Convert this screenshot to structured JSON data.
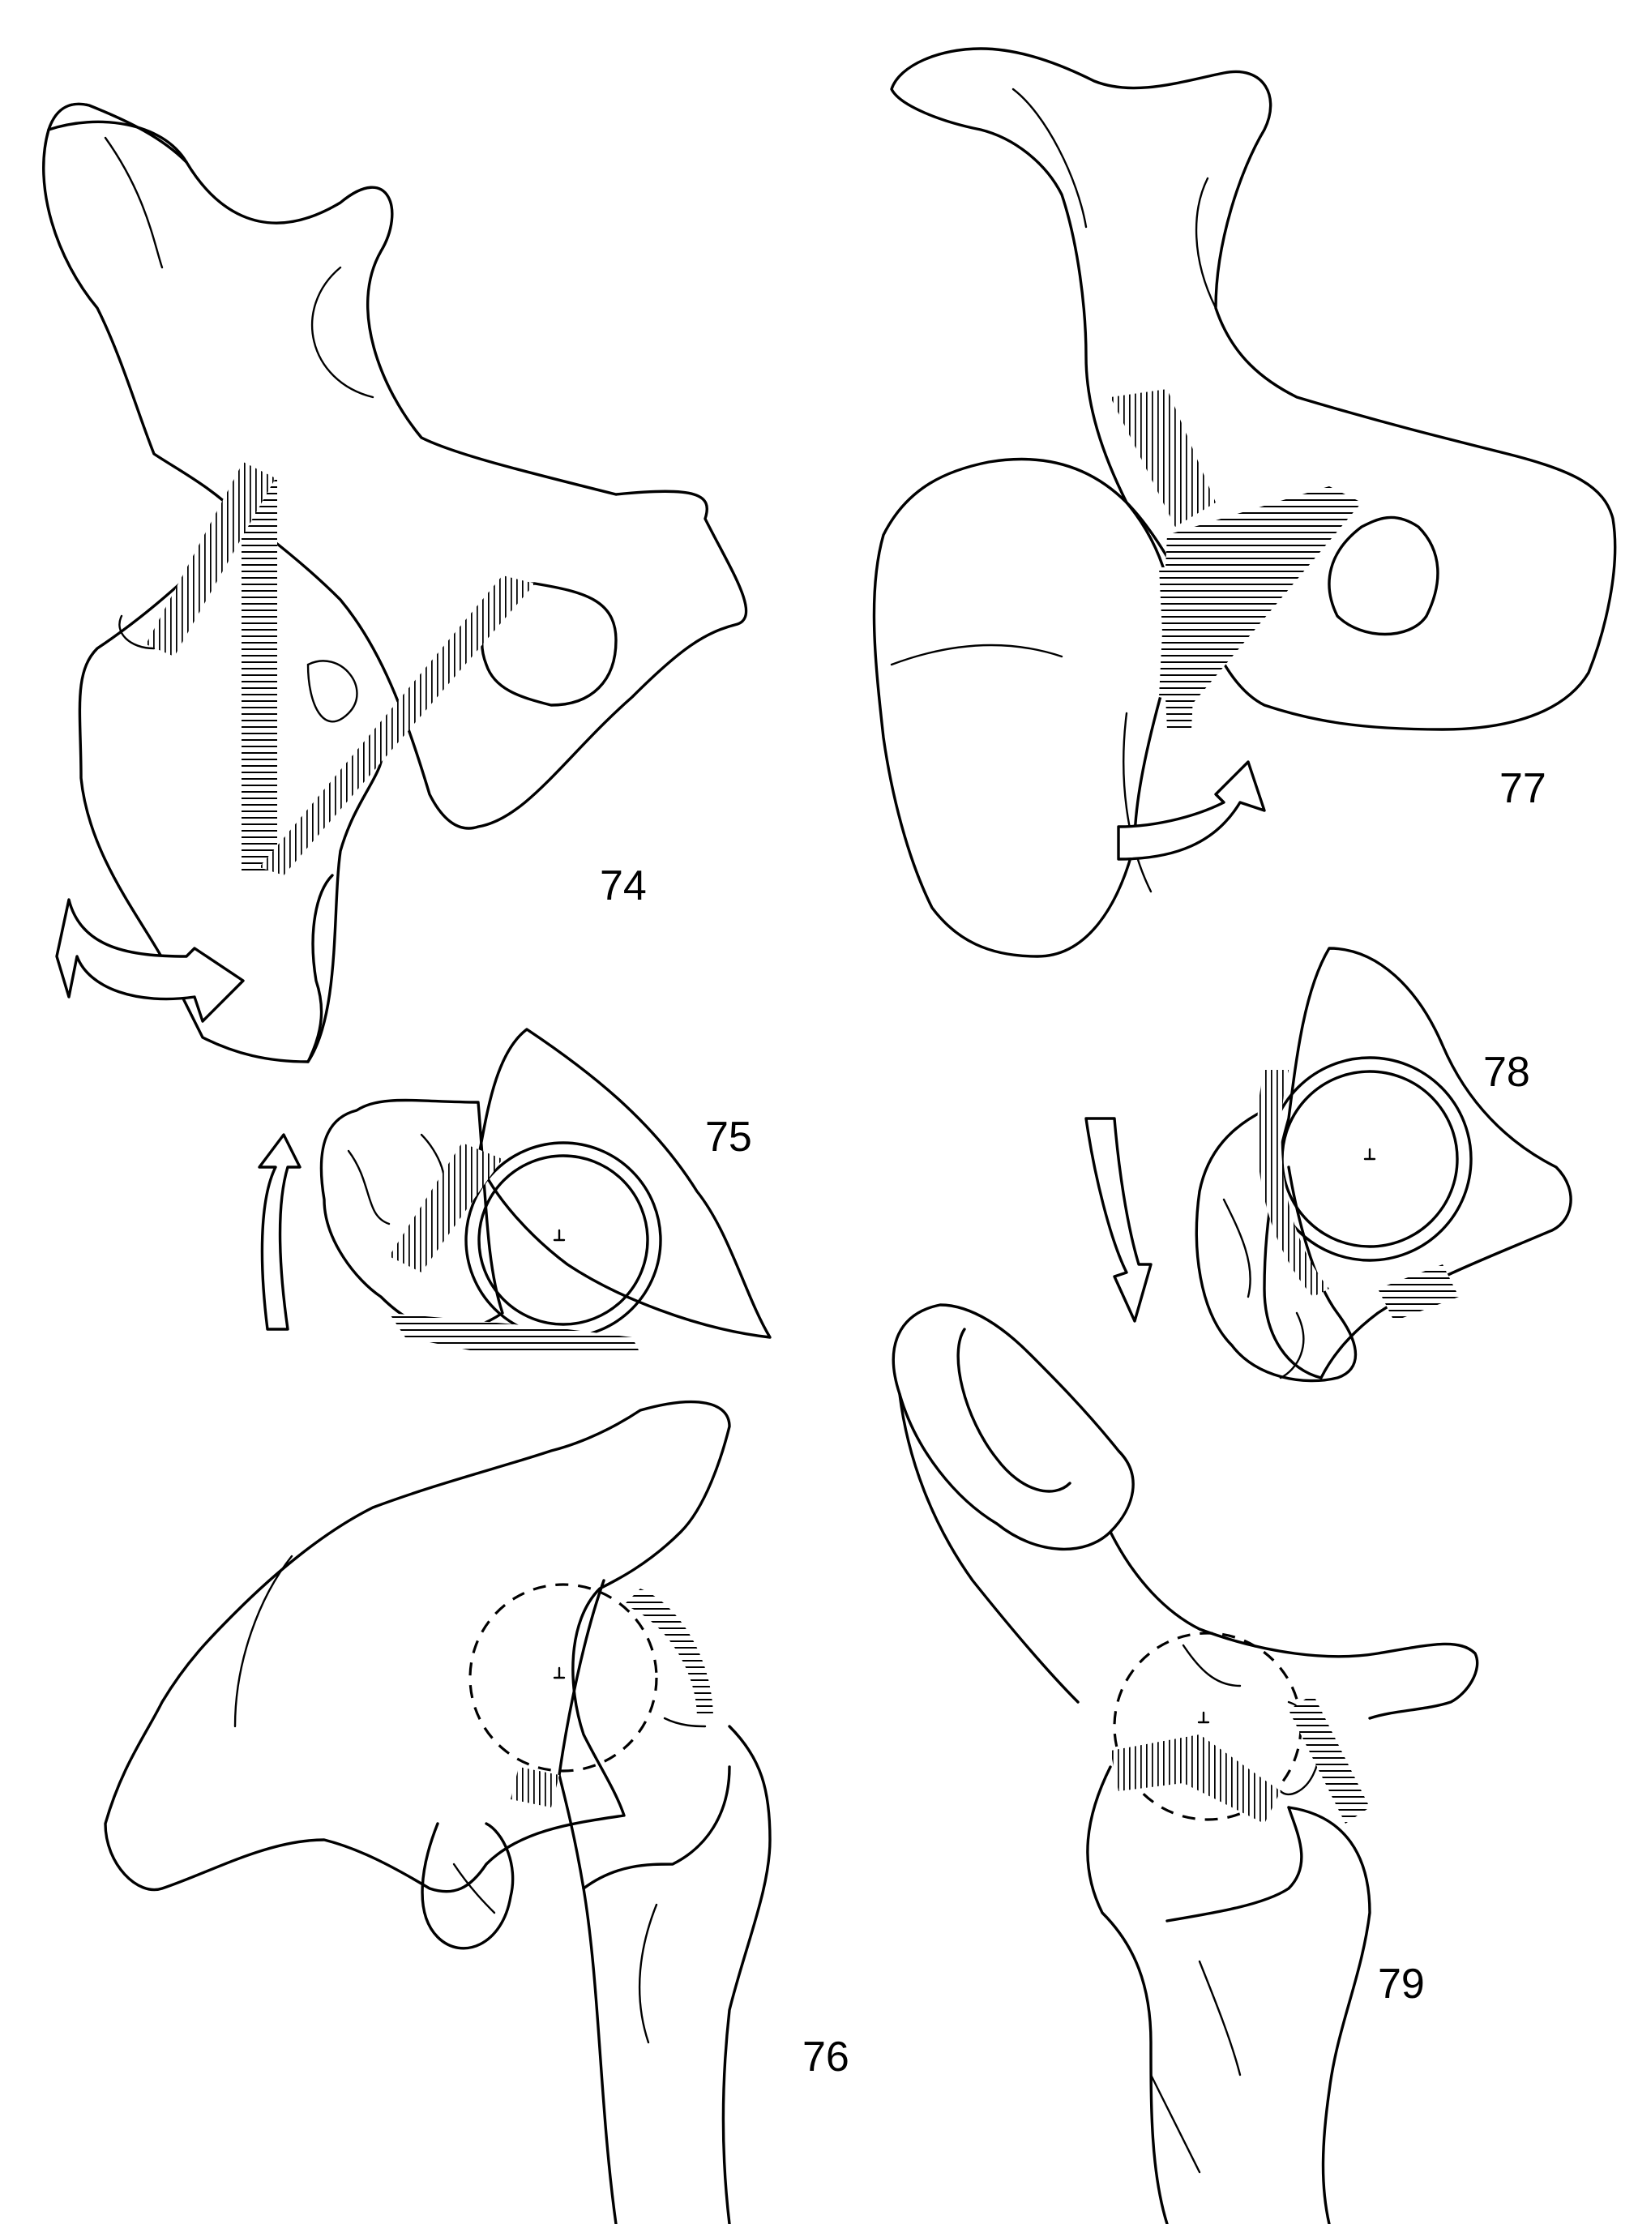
{
  "figures": [
    {
      "id": "fig-74",
      "label": "74"
    },
    {
      "id": "fig-75",
      "label": "75"
    },
    {
      "id": "fig-76",
      "label": "76"
    },
    {
      "id": "fig-77",
      "label": "77"
    },
    {
      "id": "fig-78",
      "label": "78"
    },
    {
      "id": "fig-79",
      "label": "79"
    }
  ]
}
